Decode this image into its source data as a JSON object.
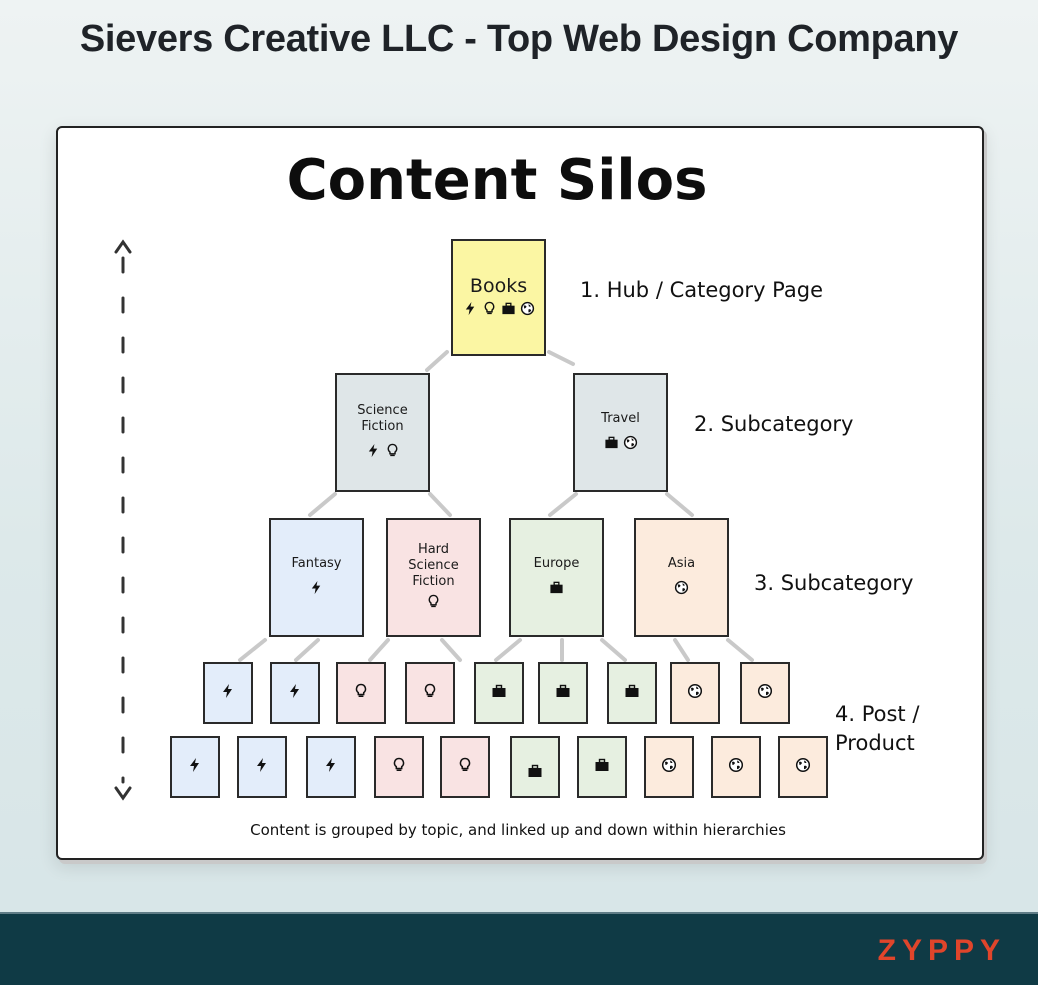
{
  "header": {
    "title": "Sievers Creative LLC - Top Web Design Company"
  },
  "diagram": {
    "title": "Content Silos",
    "levels": {
      "l1": "1. Hub / Category Page",
      "l2": "2. Subcategory",
      "l3": "3. Subcategory",
      "l4": "4. Post /\nProduct"
    },
    "nodes": {
      "books": "Books",
      "scifi": "Science\nFiction",
      "travel": "Travel",
      "fantasy": "Fantasy",
      "hardsf": "Hard\nScience\nFiction",
      "europe": "Europe",
      "asia": "Asia"
    },
    "caption": "Content is grouped by topic, and linked up and down within hierarchies",
    "colors": {
      "books": "#fbf6a3",
      "subcategory": "#dfe6e8",
      "fantasy": "#e3edfa",
      "hard_science_fiction": "#f9e3e3",
      "europe": "#e6f0e1",
      "asia": "#fcebdd"
    },
    "icons": {
      "fantasy": "lightning-icon",
      "hard_science_fiction": "lightbulb-icon",
      "europe": "briefcase-icon",
      "asia": "globe-icon"
    }
  },
  "footer": {
    "brand": "ZYPPY"
  }
}
